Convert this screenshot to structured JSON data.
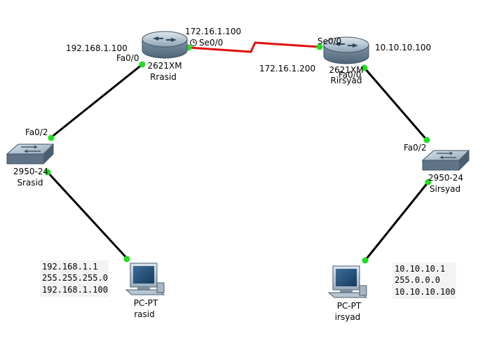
{
  "routers": {
    "left": {
      "model": "2621XM",
      "name": "Rrasid",
      "ip": "192.168.1.100"
    },
    "right": {
      "model": "2621XM",
      "name": "Rirsyad",
      "ip": "10.10.10.100"
    }
  },
  "switches": {
    "left": {
      "model": "2950-24",
      "name": "Srasid"
    },
    "right": {
      "model": "2950-24",
      "name": "Sirsyad"
    }
  },
  "pcs": {
    "left": {
      "model": "PC-PT",
      "name": "rasid",
      "config": [
        "192.168.1.1",
        "255.255.255.0",
        "192.168.1.100"
      ]
    },
    "right": {
      "model": "PC-PT",
      "name": "irsyad",
      "config": [
        "10.10.10.1",
        "255.0.0.0",
        "10.10.10.100"
      ]
    }
  },
  "serial_link": {
    "left_ip": "172.16.1.100",
    "right_ip": "172.16.1.200",
    "left_port": "Se0/0",
    "right_port": "Se0/0"
  },
  "ports": {
    "router_left_fa": "Fa0/0",
    "router_right_fa": "Fa0/0",
    "switch_left_fa": "Fa0/2",
    "switch_right_fa": "Fa0/2"
  },
  "colors": {
    "serial": "#e01010",
    "ethernet": "#000000",
    "port_up": "#22dd22"
  }
}
